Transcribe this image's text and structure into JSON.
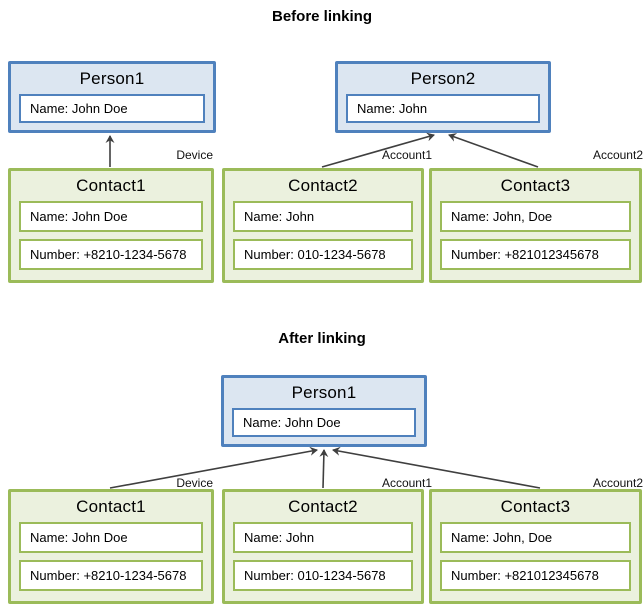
{
  "colors": {
    "blue-border": "#4f81bd",
    "blue-fill": "#dce6f1",
    "green-border": "#9bbb59",
    "green-fill": "#ebf1de",
    "arrow": "#3f3f3f",
    "text": "#000000"
  },
  "sections": {
    "before": {
      "title": "Before linking",
      "persons": [
        {
          "title": "Person1",
          "fields": [
            "Name: John Doe"
          ]
        },
        {
          "title": "Person2",
          "fields": [
            "Name: John"
          ]
        }
      ],
      "contacts": [
        {
          "title": "Contact1",
          "source_label": "Device",
          "fields": [
            "Name: John Doe",
            "Number: +8210-1234-5678"
          ]
        },
        {
          "title": "Contact2",
          "source_label": "Account1",
          "fields": [
            "Name: John",
            "Number: 010-1234-5678"
          ]
        },
        {
          "title": "Contact3",
          "source_label": "Account2",
          "fields": [
            "Name: John, Doe",
            "Number: +821012345678"
          ]
        }
      ]
    },
    "after": {
      "title": "After linking",
      "persons": [
        {
          "title": "Person1",
          "fields": [
            "Name: John Doe"
          ]
        }
      ],
      "contacts": [
        {
          "title": "Contact1",
          "source_label": "Device",
          "fields": [
            "Name: John Doe",
            "Number: +8210-1234-5678"
          ]
        },
        {
          "title": "Contact2",
          "source_label": "Account1",
          "fields": [
            "Name: John",
            "Number: 010-1234-5678"
          ]
        },
        {
          "title": "Contact3",
          "source_label": "Account2",
          "fields": [
            "Name: John, Doe",
            "Number: +821012345678"
          ]
        }
      ]
    }
  }
}
